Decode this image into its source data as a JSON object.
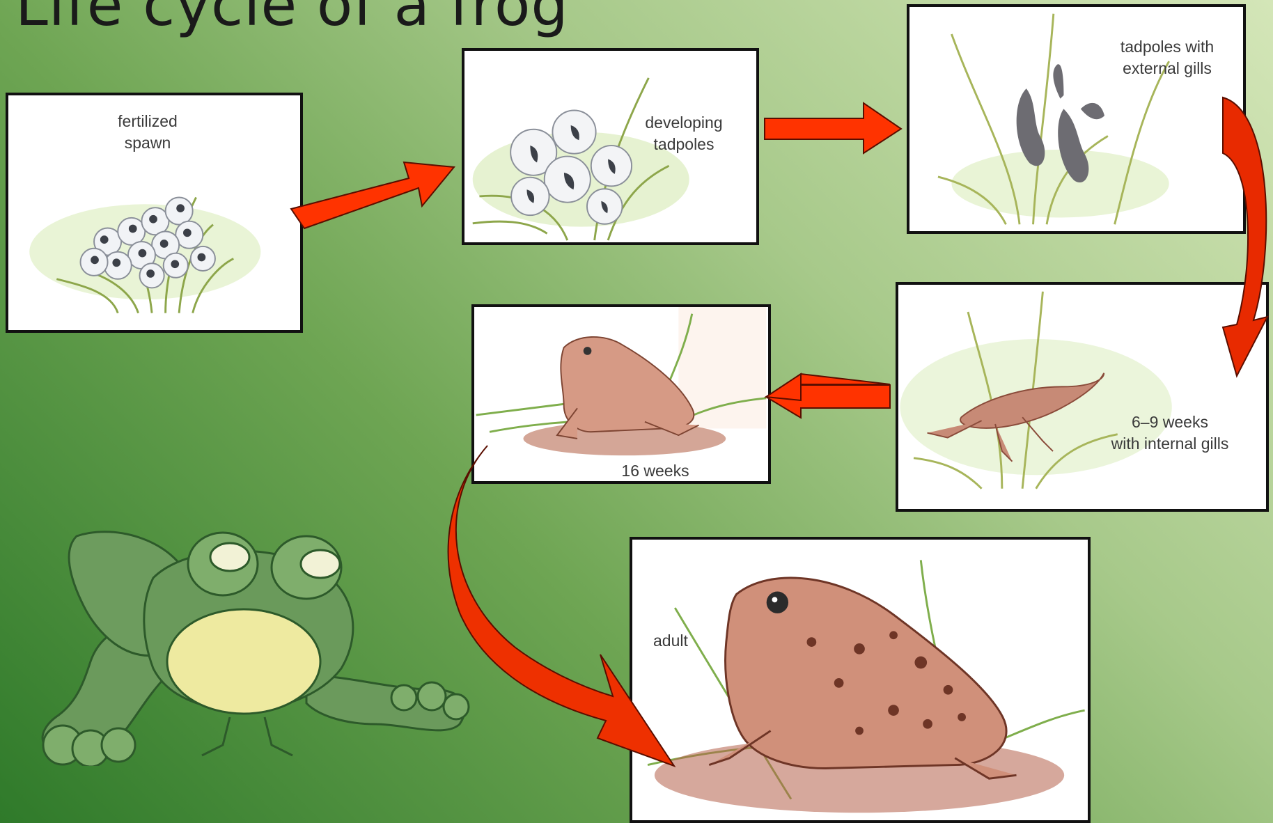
{
  "slide": {
    "title": "Life cycle of a frog"
  },
  "stages": {
    "fertilized_spawn": "fertilized\nspawn",
    "developing_tadpoles": "developing\ntadpoles",
    "external_gills": "tadpoles with\nexternal gills",
    "internal_gills": "6–9 weeks\nwith internal gills",
    "sixteen_weeks": "16 weeks",
    "adult": "adult"
  },
  "colors": {
    "arrow_fill": "#ff3300",
    "arrow_fill_dark": "#dd2200",
    "arrow_stroke": "#5a0e00",
    "frame_border": "#111111"
  },
  "icons": {
    "cartoon": "cartoon-frog-icon"
  }
}
